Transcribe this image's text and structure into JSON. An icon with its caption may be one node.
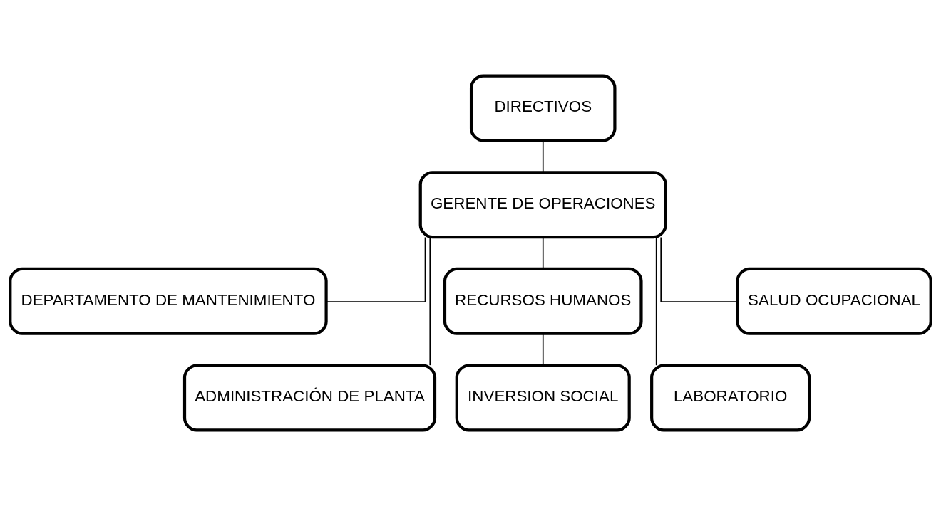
{
  "diagram": {
    "nodes": [
      {
        "text": [
          "DIRECTIVOS"
        ]
      },
      {
        "text": [
          "GERENTE DE OPERACIONES"
        ]
      },
      {
        "text": [
          "DEPARTAMENTO DE MANTENIMIENTO"
        ]
      },
      {
        "text": [
          "RECURSOS HUMANOS"
        ]
      },
      {
        "text": [
          "SALUD OCUPACIONAL"
        ]
      },
      {
        "text": [
          "ADMINISTRACIÓN DE PLANTA"
        ]
      },
      {
        "text": [
          "LABORATORIO"
        ]
      },
      {
        "text": [
          "INVERSION SOCIAL"
        ]
      }
    ],
    "edges": [
      {
        "from": 0,
        "to": 1,
        "arrow": "none"
      },
      {
        "from": 1,
        "to": 2,
        "arrow": "none"
      },
      {
        "from": 1,
        "to": 5,
        "arrow": "none"
      },
      {
        "from": 1,
        "to": 3,
        "arrow": "none"
      },
      {
        "from": 1,
        "to": 6,
        "arrow": "none"
      },
      {
        "from": 1,
        "to": 4,
        "arrow": "none"
      },
      {
        "from": 3,
        "to": 7,
        "arrow": "none"
      }
    ]
  }
}
